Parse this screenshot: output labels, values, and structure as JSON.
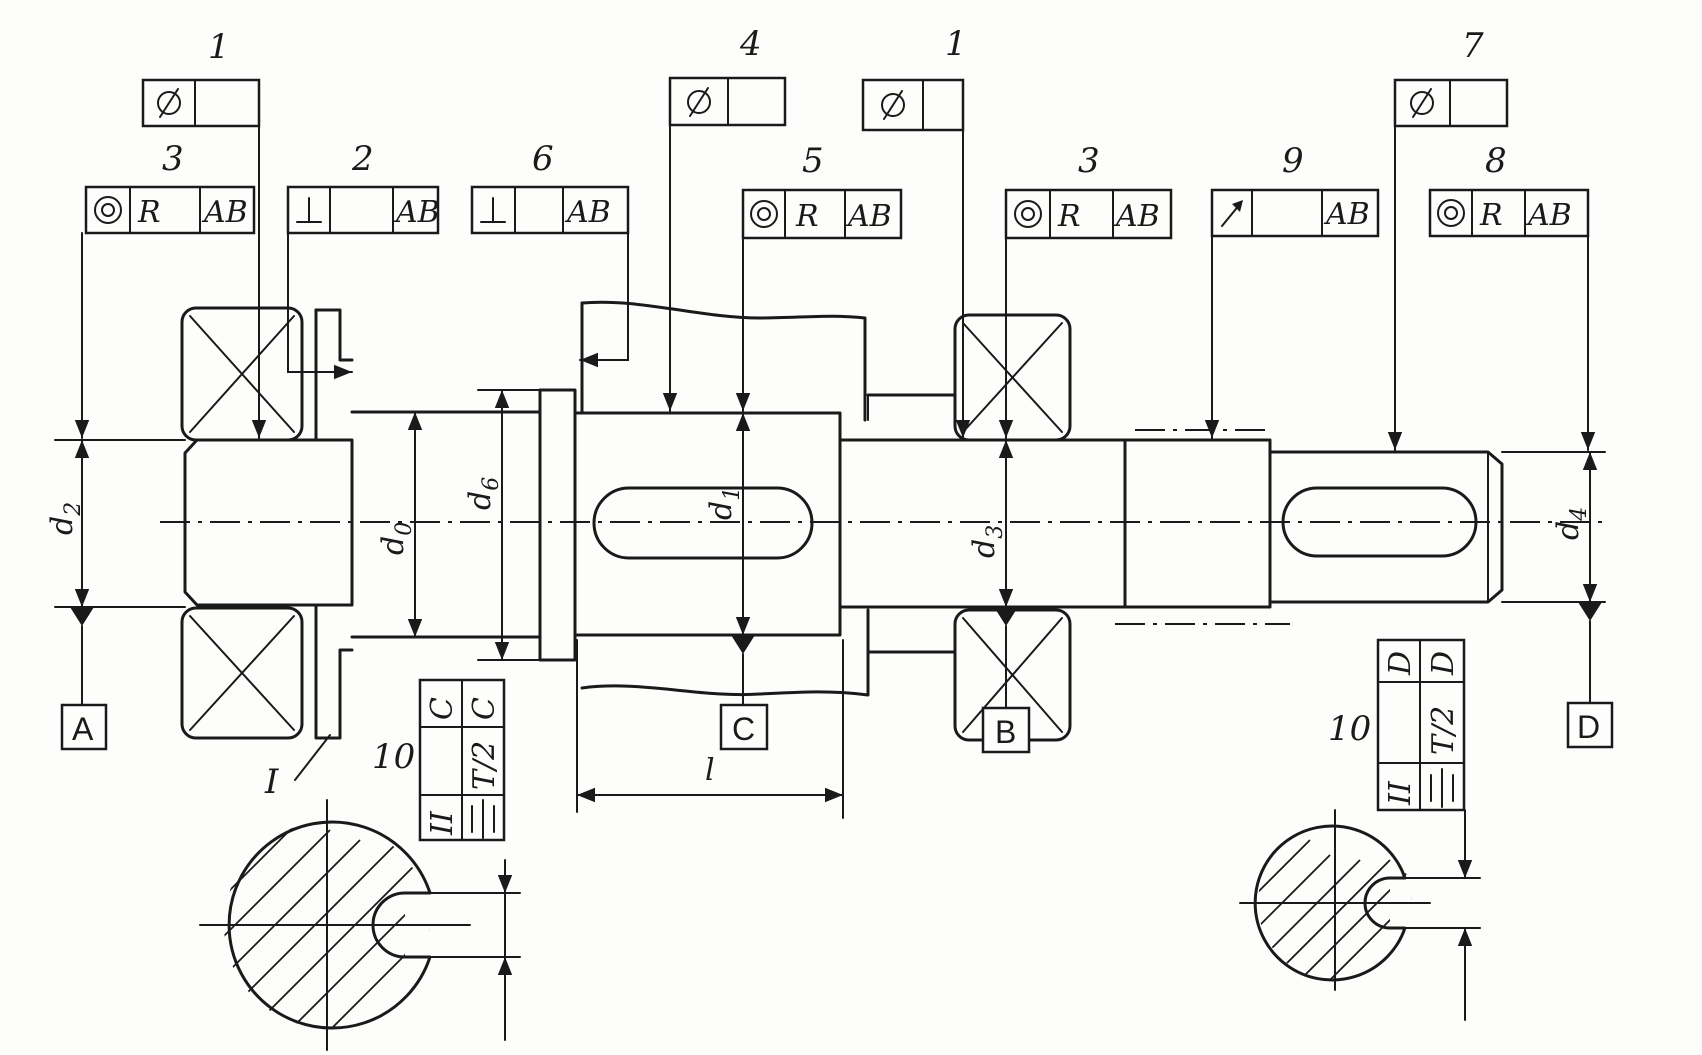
{
  "leaders": {
    "l1a": "1",
    "l4": "4",
    "l1b": "1",
    "l7": "7",
    "l3a": "3",
    "l2": "2",
    "l6": "6",
    "l5": "5",
    "l3b": "3",
    "l9": "9",
    "l8": "8",
    "l10a": "10",
    "l10b": "10",
    "lI": "I"
  },
  "frames": {
    "base_ab": "AB",
    "base_c": "C",
    "base_d": "D",
    "radius": "R",
    "half_t": "T/2",
    "parallel": "II"
  },
  "datums": {
    "a": "A",
    "b": "B",
    "c": "C",
    "d": "D"
  },
  "dimensions": {
    "d2": "d",
    "d2s": "2",
    "d0": "d",
    "d0s": "0",
    "d6": "d",
    "d6s": "6",
    "d1": "d",
    "d1s": "1",
    "d3": "d",
    "d3s": "3",
    "d4": "d",
    "d4s": "4",
    "l": "l"
  },
  "icons": {
    "cylindricity": "cylindricity-icon",
    "concentricity": "concentricity-icon",
    "perpendicularity": "perpendicularity-icon",
    "runout": "runout-icon",
    "symmetry": "symmetry-icon"
  }
}
